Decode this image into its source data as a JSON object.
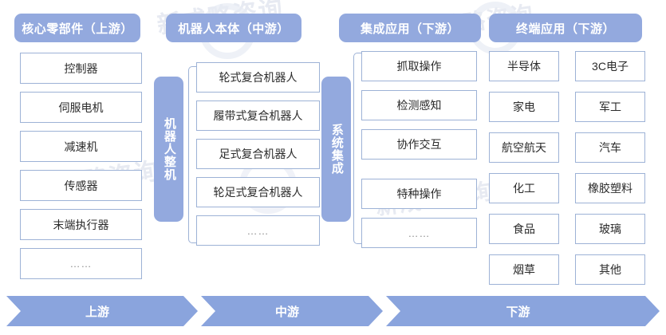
{
  "diagram": {
    "watermarks": [
      "新戍略咨询",
      "新戍略咨询",
      "新戍略咨询",
      "新戍略咨询"
    ],
    "columns": [
      {
        "id": "upstream",
        "header": "核心零部件（上游）",
        "items": [
          "控制器",
          "伺服电机",
          "减速机",
          "传感器",
          "末端执行器",
          "……"
        ]
      },
      {
        "id": "midstream",
        "header": "机器人本体（中游）",
        "side_label": "机器人整机",
        "items": [
          "轮式复合机器人",
          "履带式复合机器人",
          "足式复合机器人",
          "轮足式复合机器人",
          "……"
        ]
      },
      {
        "id": "downstream-integration",
        "header": "集成应用（下游）",
        "side_label": "系统集成",
        "items": [
          "抓取操作",
          "检测感知",
          "协作交互",
          "特种操作",
          "……"
        ]
      },
      {
        "id": "downstream-terminal",
        "header": "终端应用（下游）",
        "items_left": [
          "半导体",
          "家电",
          "航空航天",
          "化工",
          "食品",
          "烟草"
        ],
        "items_right": [
          "3C电子",
          "军工",
          "汽车",
          "橡胶塑料",
          "玻璃",
          "其他"
        ]
      }
    ],
    "flow_bar": {
      "segments": [
        "上游",
        "中游",
        "下游"
      ]
    },
    "colors": {
      "accent": "#93a9de",
      "chevron": "#8aa4dd",
      "box_border": "#9db2d6",
      "box_fill": "#ffffff",
      "text": "#2b2b2b",
      "watermark": "#dfe4ee"
    }
  }
}
